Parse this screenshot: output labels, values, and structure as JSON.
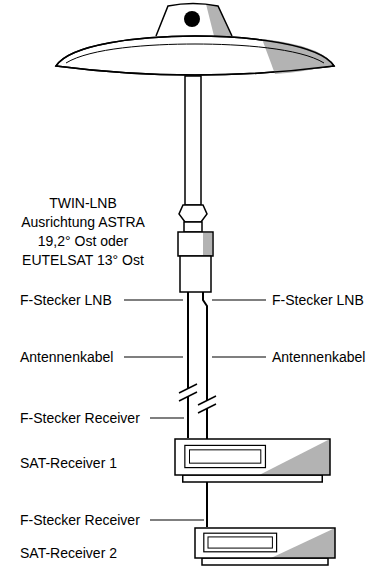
{
  "diagram": {
    "nodes": [
      {
        "text": [
          "TWIN-LNB Ausrichtung ASTRA 19,2° Ost oder EUTELSAT 13° Ost"
        ]
      },
      {
        "text": [
          "SAT-Receiver 1"
        ]
      },
      {
        "text": [
          "SAT-Receiver 2"
        ]
      }
    ],
    "edges": [
      {
        "from": 0,
        "to": 1,
        "arrow": "none"
      },
      {
        "from": 0,
        "to": 2,
        "arrow": "none"
      }
    ],
    "labels": [
      "F-Stecker LNB",
      "F-Stecker LNB",
      "Antennenkabel",
      "Antennenkabel",
      "F-Stecker Receiver",
      "F-Stecker Receiver"
    ]
  }
}
